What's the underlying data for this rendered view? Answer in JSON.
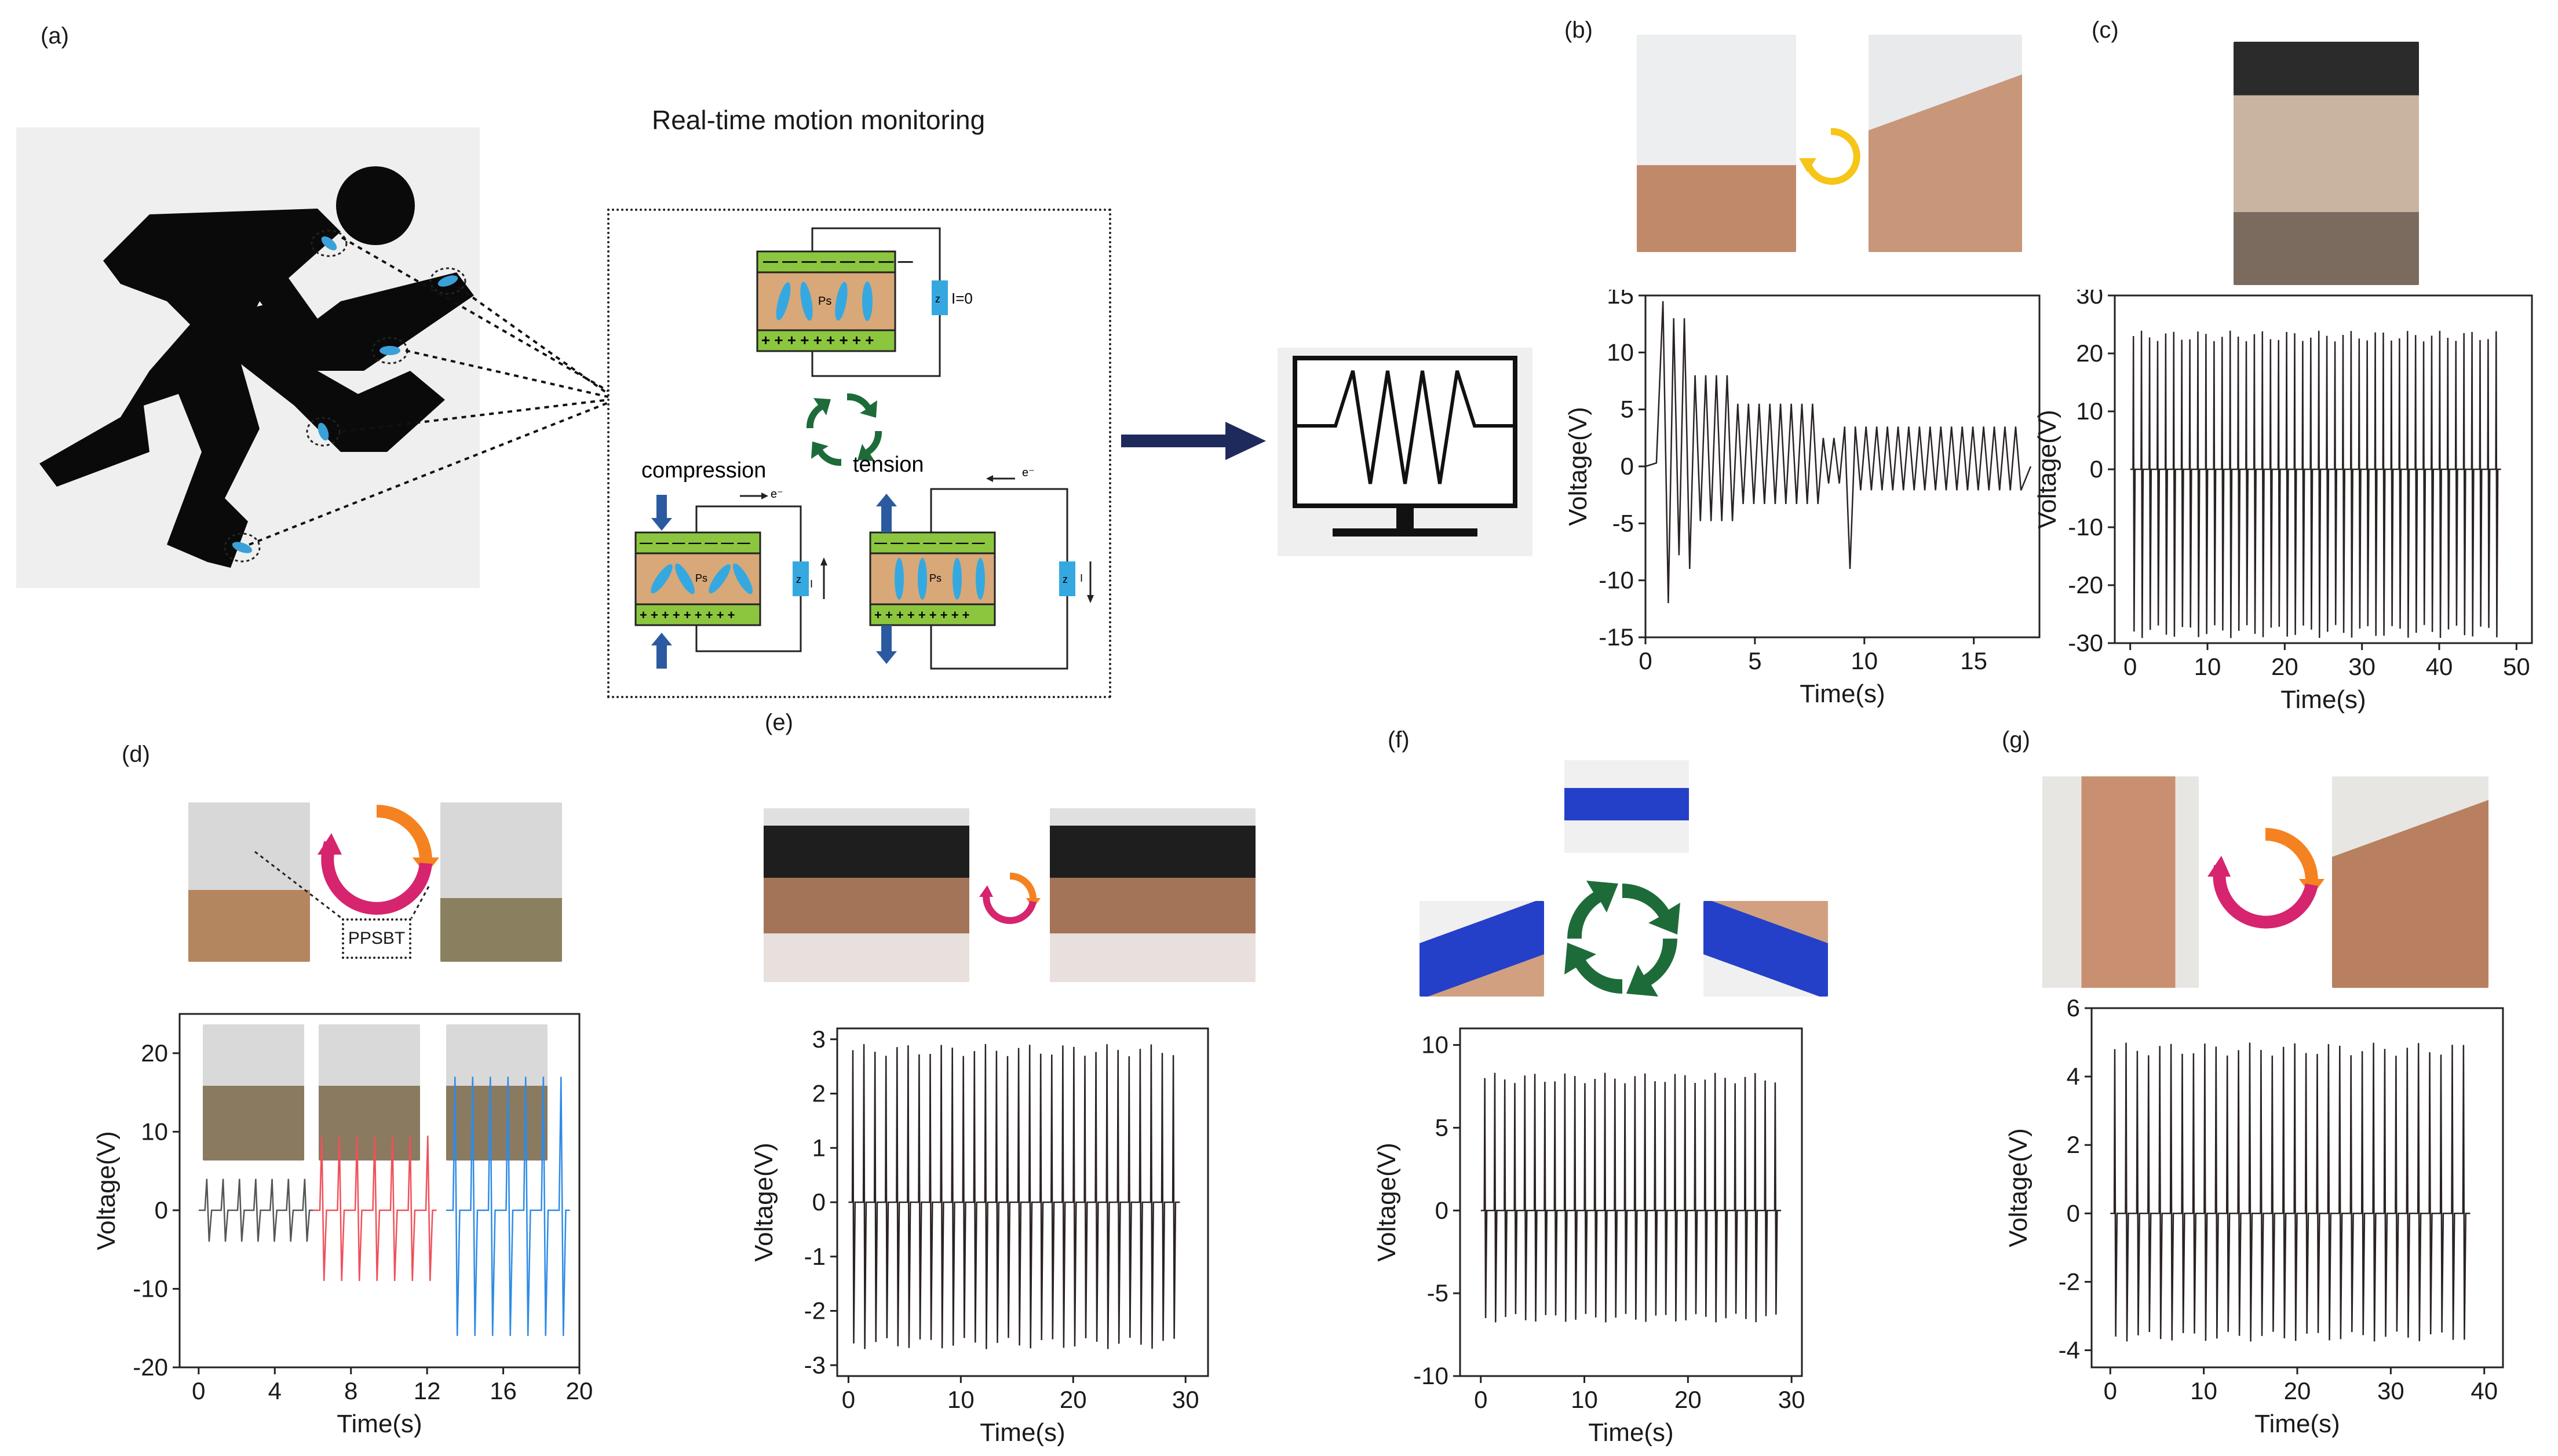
{
  "labels": {
    "a": "(a)",
    "b": "(b)",
    "c": "(c)",
    "d": "(d)",
    "e": "(e)",
    "f": "(f)",
    "g": "(g)"
  },
  "panel_a": {
    "title": "Real-time motion monitoring",
    "top_state": {
      "current": "I=0",
      "material": "Ps",
      "electrode": "z"
    },
    "compression": {
      "label": "compression",
      "electron": "e⁻",
      "current": "I",
      "material": "Ps",
      "electrode": "z"
    },
    "tension": {
      "label": "tension",
      "electron": "e⁻",
      "current": "I",
      "material": "Ps",
      "electrode": "z"
    }
  },
  "panel_d": {
    "device_label": "PPSBT"
  },
  "colors": {
    "electrode_green": "#8cc63f",
    "film_tan": "#d8a878",
    "ps_blue": "#35a8e0",
    "arrow_navy": "#1f2a5c",
    "cycle_green": "#1e6b3a",
    "cycle_yellow": "#f5c518",
    "cycle_orange": "#f58220",
    "cycle_pink": "#d6246e",
    "trace_dark": "#2b2222",
    "trace_red": "#f0505a",
    "trace_blue": "#2e8be6"
  },
  "icons": [
    "runner-silhouette-icon",
    "monitor-icon",
    "cycle-arrows-icon",
    "arrow-right-icon"
  ],
  "chart_data": [
    {
      "id": "b",
      "type": "line",
      "xlabel": "Time(s)",
      "ylabel": "Voltage(V)",
      "xlim": [
        0,
        18
      ],
      "ylim": [
        -15,
        15
      ],
      "xticks": [
        0,
        5,
        10,
        15
      ],
      "yticks": [
        -15,
        -10,
        -5,
        0,
        5,
        10,
        15
      ],
      "series": [
        {
          "values_desc": "oscillating",
          "peak_max": 14.5,
          "trough_min": -12,
          "cycles": 34
        }
      ]
    },
    {
      "id": "c",
      "type": "line",
      "xlabel": "Time(s)",
      "ylabel": "Voltage(V)",
      "xlim": [
        -2,
        52
      ],
      "ylim": [
        -30,
        30
      ],
      "xticks": [
        0,
        10,
        20,
        30,
        40,
        50
      ],
      "yticks": [
        -30,
        -20,
        -10,
        0,
        10,
        20,
        30
      ],
      "series": [
        {
          "peak": 23,
          "trough": -28,
          "cycles": 46,
          "t_end": 48
        }
      ]
    },
    {
      "id": "d",
      "type": "line",
      "xlabel": "Time(s)",
      "ylabel": "Voltage(V)",
      "xlim": [
        -1,
        20
      ],
      "ylim": [
        -20,
        25
      ],
      "xticks": [
        0,
        4,
        8,
        12,
        16,
        20
      ],
      "yticks": [
        -20,
        -10,
        0,
        10,
        20
      ],
      "series": [
        {
          "t_start": 0,
          "t_end": 6,
          "peak": 4,
          "trough": -4,
          "color": "#555555"
        },
        {
          "t_start": 6,
          "t_end": 12.5,
          "peak": 9.5,
          "trough": -9,
          "color": "#f0505a"
        },
        {
          "t_start": 13,
          "t_end": 19.5,
          "peak": 17,
          "trough": -16,
          "color": "#2e8be6"
        }
      ]
    },
    {
      "id": "e",
      "type": "line",
      "xlabel": "Time(s)",
      "ylabel": "Voltage(V)",
      "xlim": [
        -1,
        32
      ],
      "ylim": [
        -3.2,
        3.2
      ],
      "xticks": [
        0,
        10,
        20,
        30
      ],
      "yticks": [
        -3,
        -2,
        -1,
        0,
        1,
        2,
        3
      ],
      "series": [
        {
          "peak": 2.8,
          "trough": -2.6,
          "cycles": 30,
          "t_end": 29.5
        }
      ]
    },
    {
      "id": "f",
      "type": "line",
      "xlabel": "Time(s)",
      "ylabel": "Voltage(V)",
      "xlim": [
        -2,
        31
      ],
      "ylim": [
        -10,
        11
      ],
      "xticks": [
        0,
        10,
        20,
        30
      ],
      "yticks": [
        -10,
        -5,
        0,
        5,
        10
      ],
      "series": [
        {
          "peak": 8,
          "trough": -6.5,
          "cycles": 30,
          "t_end": 29
        }
      ]
    },
    {
      "id": "g",
      "type": "line",
      "xlabel": "Time(s)",
      "ylabel": "Voltage(V)",
      "xlim": [
        -2,
        42
      ],
      "ylim": [
        -4.5,
        6
      ],
      "xticks": [
        0,
        10,
        20,
        30,
        40
      ],
      "yticks": [
        -4,
        -2,
        0,
        2,
        4,
        6
      ],
      "series": [
        {
          "peak": 4.8,
          "trough": -3.6,
          "cycles": 32,
          "t_end": 38.5
        }
      ]
    }
  ]
}
